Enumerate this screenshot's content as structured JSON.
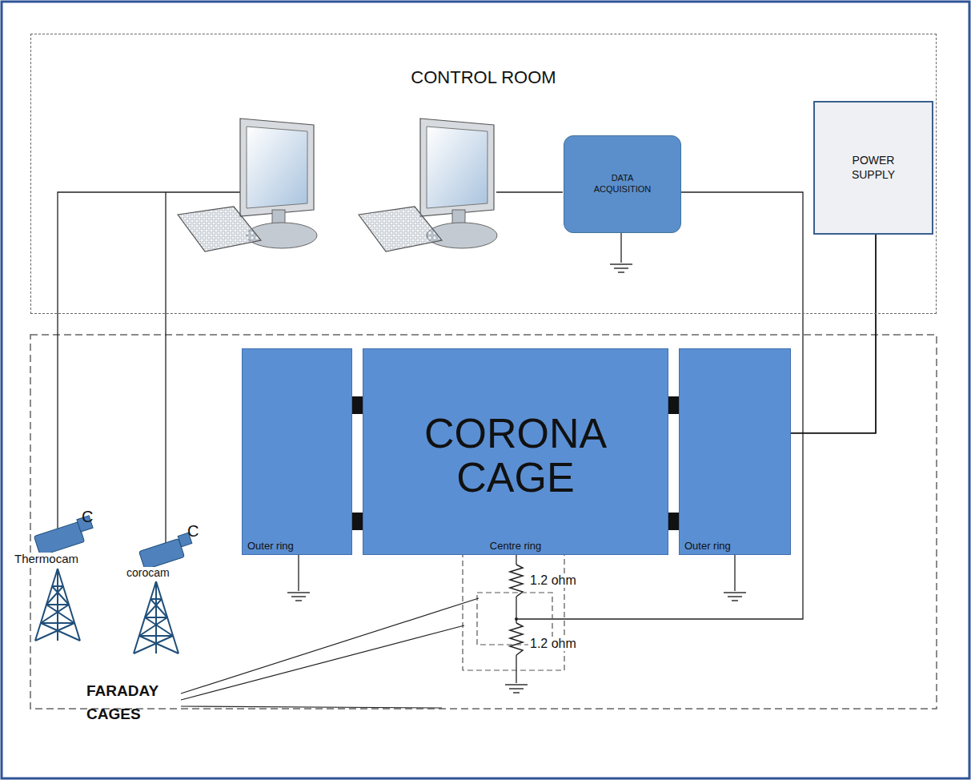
{
  "diagram": {
    "nodes": [
      {
        "text": [
          "CONTROL ROOM"
        ]
      },
      {
        "text": [
          "DATA ACQUISITION"
        ],
        "in": 0
      },
      {
        "text": [
          "POWER SUPPLY"
        ],
        "in": 0
      },
      {
        "text": [
          "Outer ring"
        ]
      },
      {
        "text": [
          "CORONA CAGE",
          "Centre ring"
        ]
      },
      {
        "text": [
          "Outer ring"
        ]
      }
    ],
    "edges": [
      {
        "from": 2,
        "to": 5,
        "arrow": "none"
      }
    ],
    "labels": [
      "C",
      "Thermocam",
      "C",
      "corocam",
      "1.2 ohm",
      "1.2 ohm",
      "FARADAY CAGES"
    ]
  }
}
